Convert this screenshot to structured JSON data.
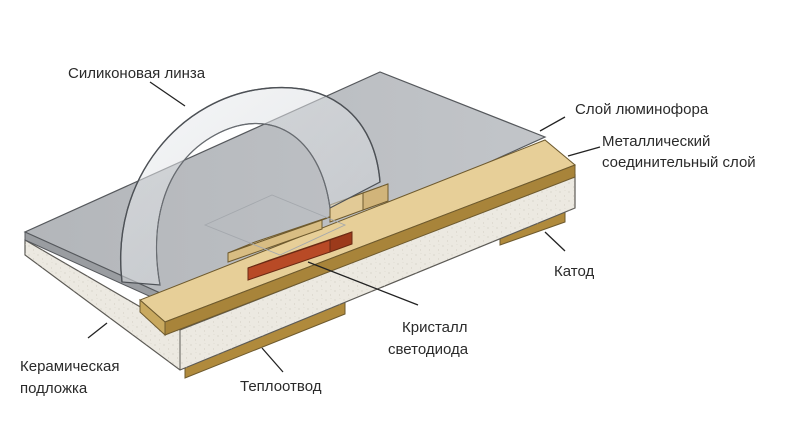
{
  "labels": {
    "lens": "Силиконовая линза",
    "phosphor": "Слой люминофора",
    "metal_line1": "Металлический",
    "metal_line2": "соединительный слой",
    "cathode": "Катод",
    "crystal_line1": "Кристалл",
    "crystal_line2": "светодиода",
    "ceramic_line1": "Керамическая",
    "ceramic_line2": "подложка",
    "heatsink": "Теплоотвод"
  },
  "colors": {
    "ceramic": "#ece9e1",
    "phosphor": "#bcbec0",
    "metal": "#c9a95f",
    "crystal": "#c0532e",
    "lens": "#d5d8dc"
  }
}
